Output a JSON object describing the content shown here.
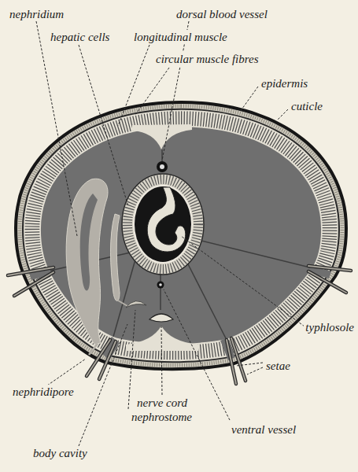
{
  "diagram": {
    "labels": [
      "nephridium",
      "dorsal blood vessel",
      "hepatic cells",
      "longitudinal muscle",
      "circular muscle fibres",
      "epidermis",
      "cuticle",
      "typhlosole",
      "setae",
      "nephridipore",
      "nerve cord",
      "nephrostome",
      "ventral vessel",
      "body cavity"
    ]
  }
}
